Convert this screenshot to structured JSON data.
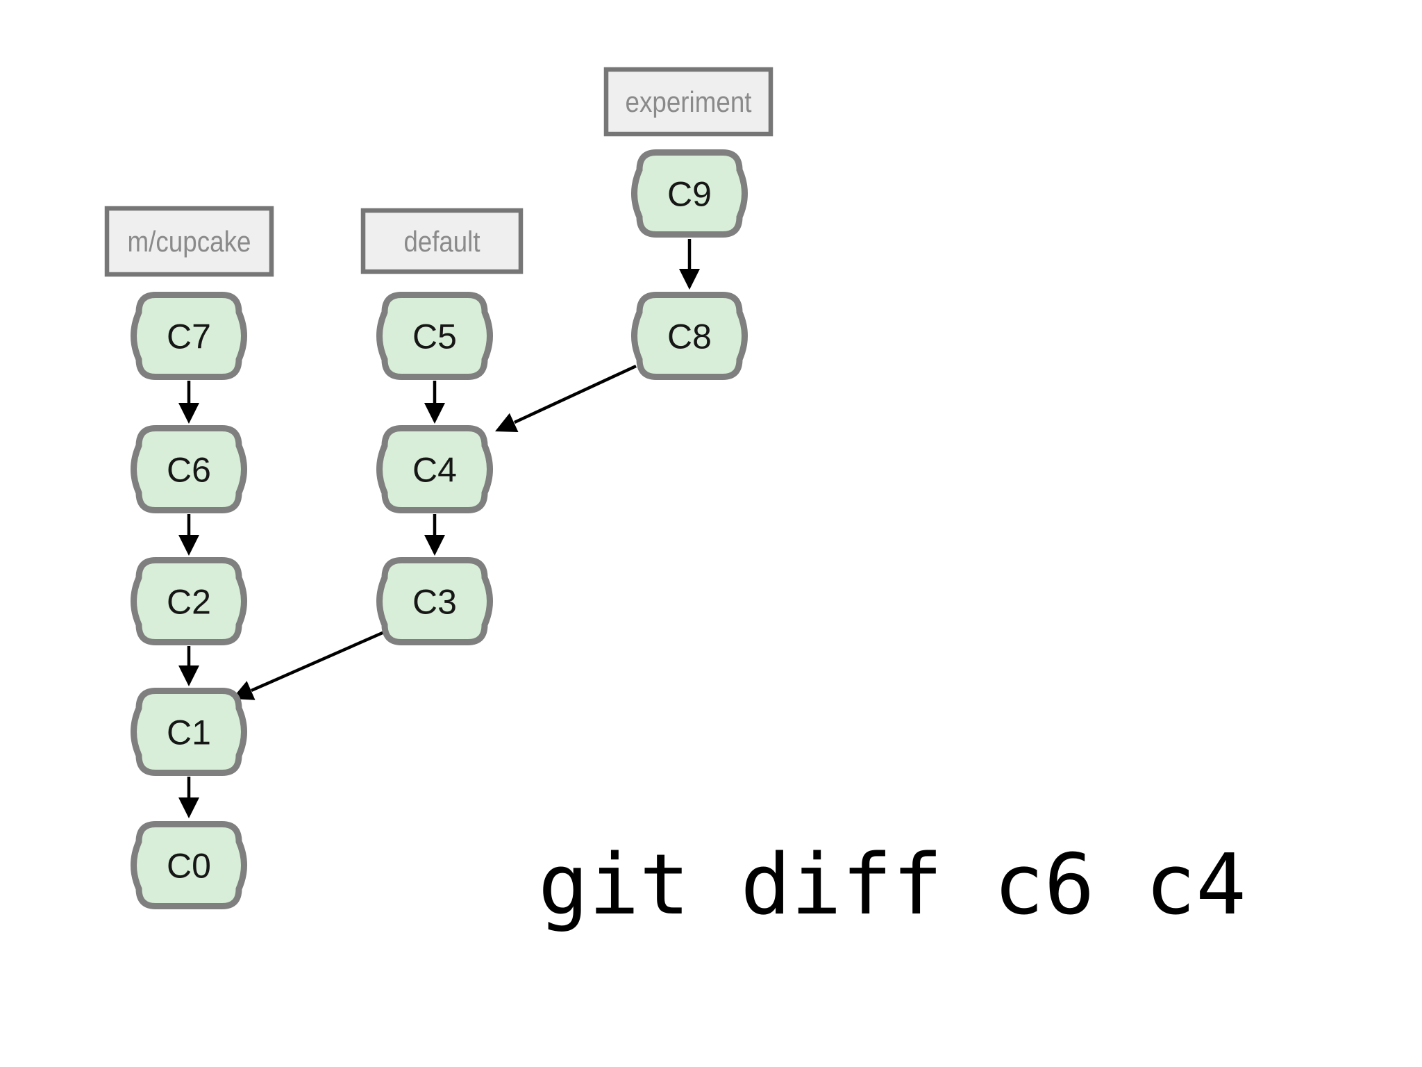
{
  "diagram": {
    "type": "git-commit-graph",
    "command_text": "git diff c6 c4",
    "branch_labels": [
      {
        "name": "m/cupcake",
        "head_commit": "C7"
      },
      {
        "name": "default",
        "head_commit": "C5"
      },
      {
        "name": "experiment",
        "head_commit": "C9"
      }
    ],
    "commits": [
      {
        "id": "C0"
      },
      {
        "id": "C1"
      },
      {
        "id": "C2"
      },
      {
        "id": "C3"
      },
      {
        "id": "C4"
      },
      {
        "id": "C5"
      },
      {
        "id": "C6"
      },
      {
        "id": "C7"
      },
      {
        "id": "C8"
      },
      {
        "id": "C9"
      }
    ],
    "edges": [
      {
        "from": "C7",
        "to": "C6"
      },
      {
        "from": "C6",
        "to": "C2"
      },
      {
        "from": "C2",
        "to": "C1"
      },
      {
        "from": "C1",
        "to": "C0"
      },
      {
        "from": "C5",
        "to": "C4"
      },
      {
        "from": "C4",
        "to": "C3"
      },
      {
        "from": "C3",
        "to": "C1"
      },
      {
        "from": "C9",
        "to": "C8"
      },
      {
        "from": "C8",
        "to": "C4"
      }
    ],
    "colors": {
      "background": "#ffffff",
      "node_fill": "#d8eed8",
      "node_border": "#7f7f7f",
      "node_text": "#161616",
      "label_fill": "#efefef",
      "label_border": "#767676",
      "label_text": "#8a8a8a",
      "arrow": "#000000",
      "command_text": "#000000"
    }
  }
}
